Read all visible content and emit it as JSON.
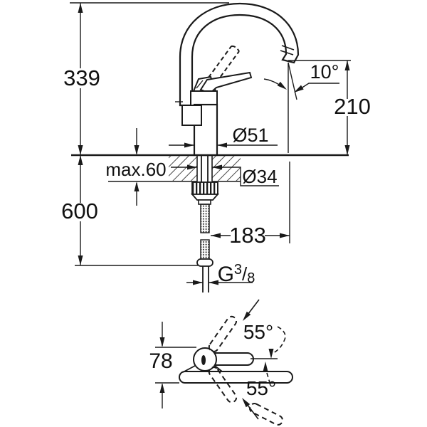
{
  "drawing": {
    "ink_color": "#1a1a1a",
    "side_view": {
      "overall_height": "339",
      "spout_outlet_height": "210",
      "spout_angle": "10°",
      "base_diameter": "Ø51",
      "mounting_thickness": "max.60",
      "hole_diameter": "Ø34",
      "hose_length": "600",
      "spout_reach": "183",
      "thread": {
        "g": "G",
        "numerator": "3",
        "slash": "/",
        "denominator": "8"
      }
    },
    "top_view": {
      "body_width": "78",
      "swivel_angle_upper": "55°",
      "swivel_angle_lower": "55°"
    }
  }
}
